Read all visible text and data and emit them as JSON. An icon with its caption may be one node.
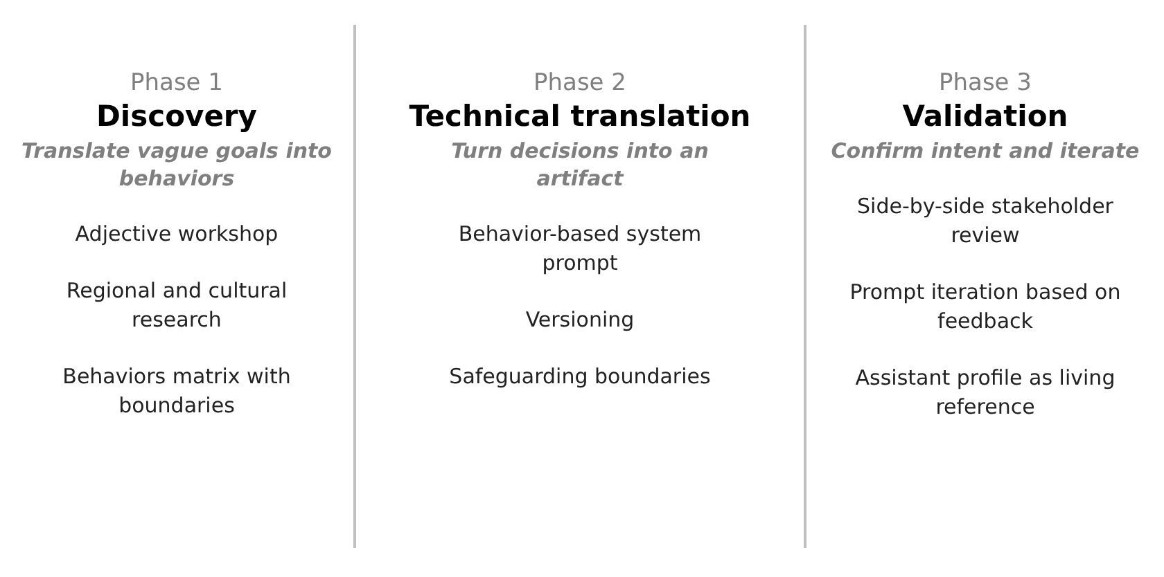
{
  "diagram": {
    "nodes": [
      {
        "text": [
          "Phase 1",
          "Discovery",
          "Translate vague goals into behaviors"
        ]
      },
      {
        "text": [
          "Adjective workshop"
        ],
        "in": 0
      },
      {
        "text": [
          "Regional and cultural research"
        ],
        "in": 0
      },
      {
        "text": [
          "Behaviors matrix with boundaries"
        ],
        "in": 0
      },
      {
        "text": [
          "Phase 2",
          "Technical translation",
          "Turn decisions into an artifact"
        ]
      },
      {
        "text": [
          "Behavior-based system prompt"
        ],
        "in": 4
      },
      {
        "text": [
          "Versioning"
        ],
        "in": 4
      },
      {
        "text": [
          "Safeguarding boundaries"
        ],
        "in": 4
      },
      {
        "text": [
          "Phase 3",
          "Validation",
          "Confirm intent and iterate"
        ]
      },
      {
        "text": [
          "Side-by-side stakeholder review"
        ],
        "in": 8
      },
      {
        "text": [
          "Prompt iteration based on feedback"
        ],
        "in": 8
      },
      {
        "text": [
          "Assistant profile as living reference"
        ],
        "in": 8
      }
    ]
  }
}
